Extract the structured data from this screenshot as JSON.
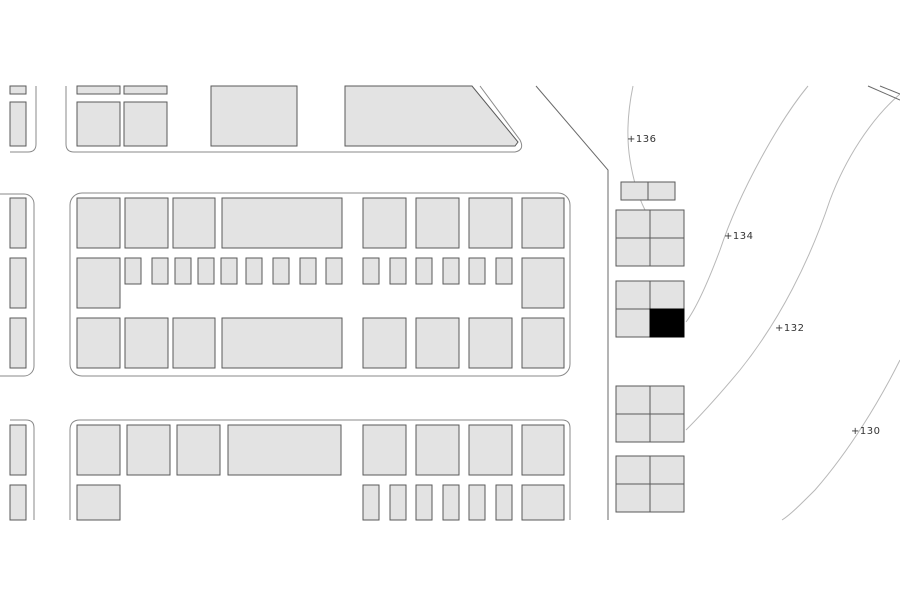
{
  "map": {
    "colors": {
      "background": "#ffffff",
      "building_fill": "#e3e3e3",
      "building_stroke": "#5a5a5a",
      "highlight": "#000000",
      "contour": "#b8b8b8"
    },
    "elevation_labels": [
      "+136",
      "+134",
      "+132",
      "+130"
    ]
  }
}
